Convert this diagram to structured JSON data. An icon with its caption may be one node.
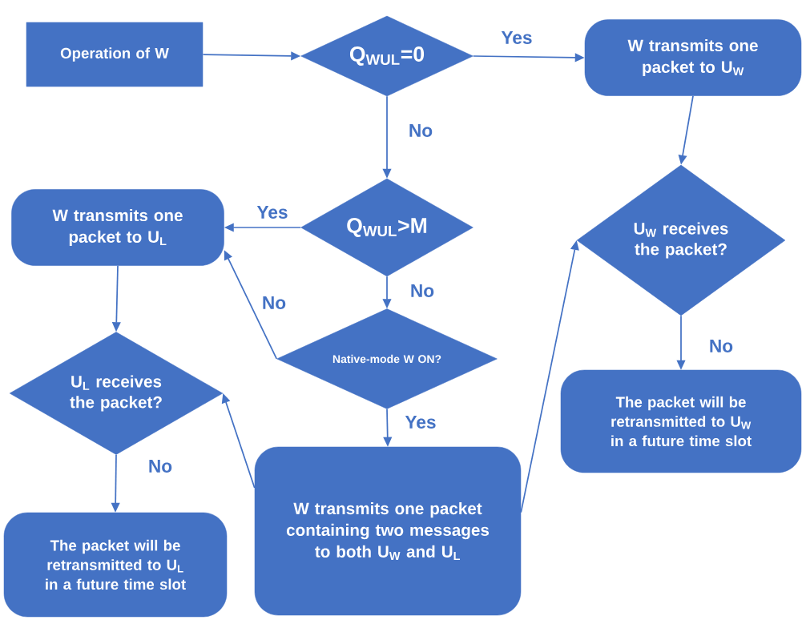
{
  "diagram": {
    "nodes": [
      {
        "text": [
          "Operation of W"
        ]
      },
      {
        "text": [
          "Q$_{WUL}$=0"
        ]
      },
      {
        "text": [
          "W transmits one packet to U$_{W}$"
        ]
      },
      {
        "text": [
          "Q$_{WUL}$>M"
        ]
      },
      {
        "text": [
          "W transmits one packet to U$_{L}$"
        ]
      },
      {
        "text": [
          "Native-mode W ON?"
        ]
      },
      {
        "text": [
          "U$_{W}$ receives the packet?"
        ]
      },
      {
        "text": [
          "U$_{L}$ receives the packet?"
        ]
      },
      {
        "text": [
          "W transmits one packet containing two messages to both U$_{W}$ and U$_{L}$"
        ]
      },
      {
        "text": [
          "The packet will be retransmitted  to U$_{W}$ in a future time slot"
        ]
      },
      {
        "text": [
          "The packet will be retransmitted to U$_{L}$ in a future time slot"
        ]
      }
    ],
    "edges": [
      {
        "from": 0,
        "to": 1,
        "arrow": "to"
      },
      {
        "from": 1,
        "to": 2,
        "arrow": "to",
        "label": "Yes"
      },
      {
        "from": 1,
        "to": 3,
        "arrow": "to",
        "label": "No"
      },
      {
        "from": 3,
        "to": 4,
        "arrow": "to",
        "label": "Yes"
      },
      {
        "from": 3,
        "to": 5,
        "arrow": "to",
        "label": "No"
      },
      {
        "from": 5,
        "to": 4,
        "arrow": "to",
        "label": "No"
      },
      {
        "from": 5,
        "to": 8,
        "arrow": "to",
        "label": "Yes"
      },
      {
        "from": 2,
        "to": 6,
        "arrow": "to"
      },
      {
        "from": 6,
        "to": 9,
        "arrow": "to",
        "label": "No"
      },
      {
        "from": 4,
        "to": 7,
        "arrow": "to"
      },
      {
        "from": 7,
        "to": 10,
        "arrow": "to",
        "label": "No"
      },
      {
        "from": 8,
        "to": 7,
        "arrow": "to"
      },
      {
        "from": 8,
        "to": 6,
        "arrow": "to"
      }
    ]
  }
}
